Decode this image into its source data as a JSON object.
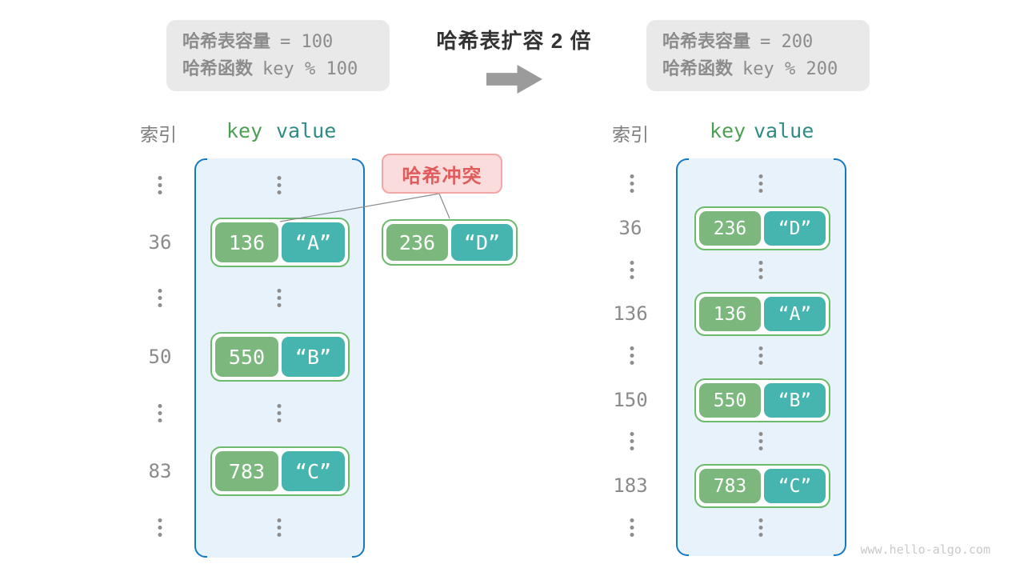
{
  "info_before": {
    "capacity_label": "哈希表容量",
    "capacity_value": "= 100",
    "hash_label": "哈希函数",
    "hash_value": "key % 100"
  },
  "info_after": {
    "capacity_label": "哈希表容量",
    "capacity_value": "= 200",
    "hash_label": "哈希函数",
    "hash_value": "key % 200"
  },
  "transition": {
    "title": "哈希表扩容 2 倍",
    "arrow_icon": "right-arrow"
  },
  "table_before": {
    "index_header": "索引",
    "key_header": "key",
    "value_header": "value",
    "entries": [
      {
        "index": "36",
        "key": "136",
        "value": "“A”"
      },
      {
        "index": "50",
        "key": "550",
        "value": "“B”"
      },
      {
        "index": "83",
        "key": "783",
        "value": "“C”"
      }
    ]
  },
  "table_after": {
    "index_header": "索引",
    "key_header": "key",
    "value_header": "value",
    "entries": [
      {
        "index": "36",
        "key": "236",
        "value": "“D”"
      },
      {
        "index": "136",
        "key": "136",
        "value": "“A”"
      },
      {
        "index": "150",
        "key": "550",
        "value": "“B”"
      },
      {
        "index": "183",
        "key": "783",
        "value": "“C”"
      }
    ]
  },
  "collision": {
    "label": "哈希冲突",
    "pair": {
      "key": "236",
      "value": "“D”"
    }
  },
  "watermark": "www.hello-algo.com",
  "colors": {
    "key_green": "#7cb87d",
    "value_teal": "#47b5af",
    "pair_border_green": "#6cbb6c",
    "table_border_blue": "#1579c2",
    "table_fill_blue": "#e7f2fb",
    "info_box_gray": "#e9e9e9",
    "collision_fill": "#fbdcdc",
    "collision_border": "#f2a7a7",
    "collision_text": "#e05c5c",
    "arrow_gray": "#9b9b9b",
    "muted_text": "#8a8a8a"
  }
}
